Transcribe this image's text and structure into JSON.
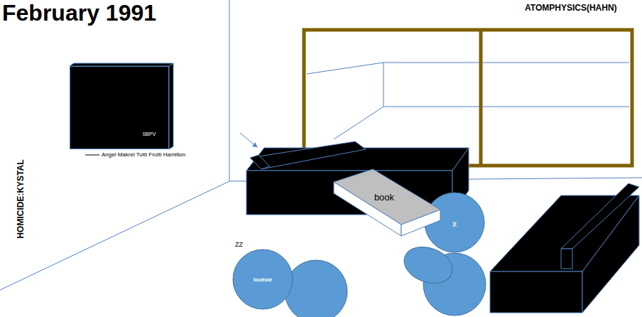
{
  "diagram": {
    "title": "February 1991",
    "nodes": [
      {
        "text": [
          "SBPV"
        ]
      },
      {
        "text": [
          "book"
        ]
      },
      {
        "text": [
          "x"
        ]
      },
      {
        "text": [
          "tootsie"
        ]
      }
    ],
    "labels": [
      "ATOMPHYSICS(HAHN)",
      "HOMICIDE:KYSTAL",
      "Angel Makrel Tutti Frutti Hamilton",
      "ZZ"
    ]
  }
}
